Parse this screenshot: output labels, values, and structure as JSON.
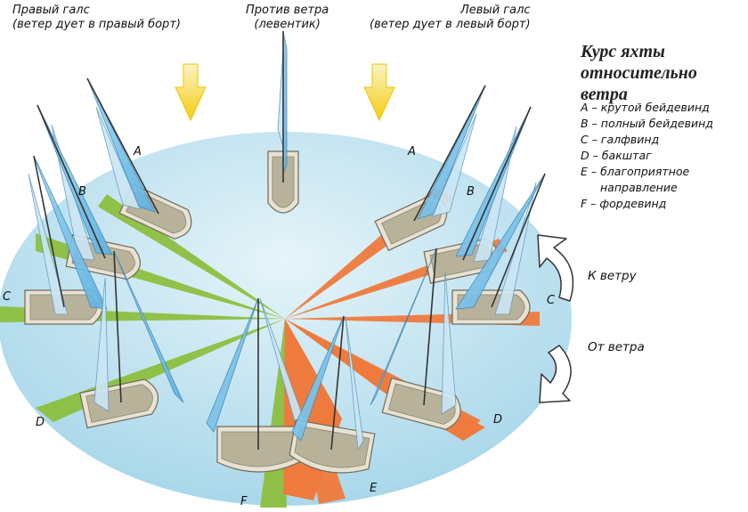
{
  "captions": {
    "right_tack": {
      "line1": "Правый галс",
      "line2": "(ветер дует в правый борт)"
    },
    "head_to_wind": {
      "line1": "Против ветра",
      "line2": "(левентик)"
    },
    "left_tack": {
      "line1": "Левый галс",
      "line2": "(ветер дует в левый борт)"
    }
  },
  "legend": {
    "title_line1": "Курс яхты",
    "title_line2": "относительно ветра",
    "items": [
      {
        "text": "А – крутой бейдевинд"
      },
      {
        "text": "В – полный бейдевинд"
      },
      {
        "text": "С – галфвинд"
      },
      {
        "text": "D – бакштаг"
      },
      {
        "text": "Е – благоприятное"
      },
      {
        "text": "направление"
      },
      {
        "text": "F – фордевинд"
      }
    ]
  },
  "point_labels": {
    "a_left": "A",
    "b_left": "B",
    "c_left": "C",
    "d_left": "D",
    "a_right": "A",
    "b_right": "B",
    "c_right": "C",
    "d_right": "D",
    "e": "E",
    "f": "F"
  },
  "side_labels": {
    "to_wind": "К ветру",
    "from_wind": "От ветра"
  },
  "colors": {
    "water_top": "#dff0f6",
    "water_bottom": "#a9d8ea",
    "green_sector": "#8cbf3f",
    "orange_sector": "#ef7a3d",
    "sail": "#7fc4ea",
    "sail_light": "#cbe6f4",
    "hull": "#e7e2d3",
    "hull_inner": "#b9b29a",
    "mast": "#333333",
    "wind_arrow": "#f7d21b"
  },
  "icons": [
    "wind-arrow-icon",
    "curved-arrow-up-icon",
    "curved-arrow-down-icon",
    "sailboat-icon"
  ]
}
